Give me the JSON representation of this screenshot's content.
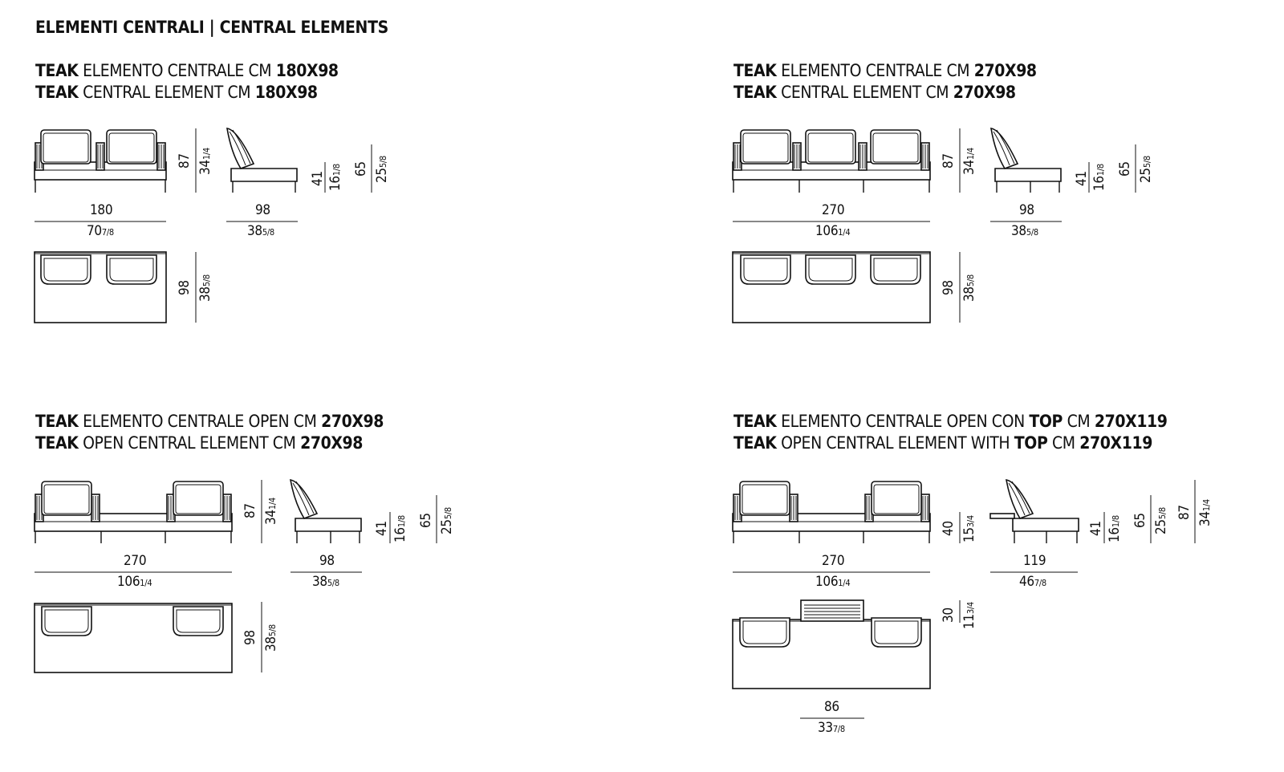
{
  "page_heading": "ELEMENTI CENTRALI | CENTRAL ELEMENTS",
  "items": [
    {
      "it": {
        "pre": "TEAK",
        "mid": " ELEMENTO CENTRALE CM ",
        "size": "180X98"
      },
      "en": {
        "pre": "TEAK",
        "mid": " CENTRAL ELEMENT CM ",
        "size": "180X98"
      },
      "front": {
        "width": "180",
        "width_in": "70",
        "width_in_frac": "7/8",
        "height": "87",
        "height_in": "34",
        "height_in_frac": "1/4"
      },
      "side": {
        "depth": "98",
        "depth_in": "38",
        "depth_in_frac": "5/8",
        "seat": "41",
        "seat_in": "16",
        "seat_in_frac": "1/8",
        "arm": "65",
        "arm_in": "25",
        "arm_in_frac": "5/8"
      },
      "plan": {
        "depth": "98",
        "depth_in": "38",
        "depth_in_frac": "5/8"
      }
    },
    {
      "it": {
        "pre": "TEAK",
        "mid": " ELEMENTO CENTRALE CM ",
        "size": "270X98"
      },
      "en": {
        "pre": "TEAK",
        "mid": " CENTRAL ELEMENT CM ",
        "size": "270X98"
      },
      "front": {
        "width": "270",
        "width_in": "106",
        "width_in_frac": "1/4",
        "height": "87",
        "height_in": "34",
        "height_in_frac": "1/4"
      },
      "side": {
        "depth": "98",
        "depth_in": "38",
        "depth_in_frac": "5/8",
        "seat": "41",
        "seat_in": "16",
        "seat_in_frac": "1/8",
        "arm": "65",
        "arm_in": "25",
        "arm_in_frac": "5/8"
      },
      "plan": {
        "depth": "98",
        "depth_in": "38",
        "depth_in_frac": "5/8"
      }
    },
    {
      "it": {
        "pre": "TEAK",
        "mid": " ELEMENTO CENTRALE OPEN CM ",
        "size": "270X98"
      },
      "en": {
        "pre": "TEAK",
        "mid": " OPEN CENTRAL ELEMENT CM ",
        "size": "270X98"
      },
      "front": {
        "width": "270",
        "width_in": "106",
        "width_in_frac": "1/4",
        "height": "87",
        "height_in": "34",
        "height_in_frac": "1/4"
      },
      "side": {
        "depth": "98",
        "depth_in": "38",
        "depth_in_frac": "5/8",
        "seat": "41",
        "seat_in": "16",
        "seat_in_frac": "1/8",
        "arm": "65",
        "arm_in": "25",
        "arm_in_frac": "5/8"
      },
      "plan": {
        "depth": "98",
        "depth_in": "38",
        "depth_in_frac": "5/8"
      }
    },
    {
      "it": {
        "pre": "TEAK",
        "mid": " ELEMENTO CENTRALE OPEN CON ",
        "top": "TOP",
        "mid2": " CM ",
        "size": "270X119"
      },
      "en": {
        "pre": "TEAK",
        "mid": " OPEN CENTRAL ELEMENT WITH ",
        "top": "TOP",
        "mid2": " CM ",
        "size": "270X119"
      },
      "front": {
        "width": "270",
        "width_in": "106",
        "width_in_frac": "1/4",
        "height": "40",
        "height_in": "15",
        "height_in_frac": "3/4"
      },
      "side": {
        "depth": "119",
        "depth_in": "46",
        "depth_in_frac": "7/8",
        "seat": "41",
        "seat_in": "16",
        "seat_in_frac": "1/8",
        "arm": "65",
        "arm_in": "25",
        "arm_in_frac": "5/8",
        "back": "87",
        "back_in": "34",
        "back_in_frac": "1/4"
      },
      "plan": {
        "top_depth": "30",
        "top_depth_in": "11",
        "top_depth_in_frac": "3/4",
        "top_width": "86",
        "top_width_in": "33",
        "top_width_in_frac": "7/8"
      }
    }
  ]
}
